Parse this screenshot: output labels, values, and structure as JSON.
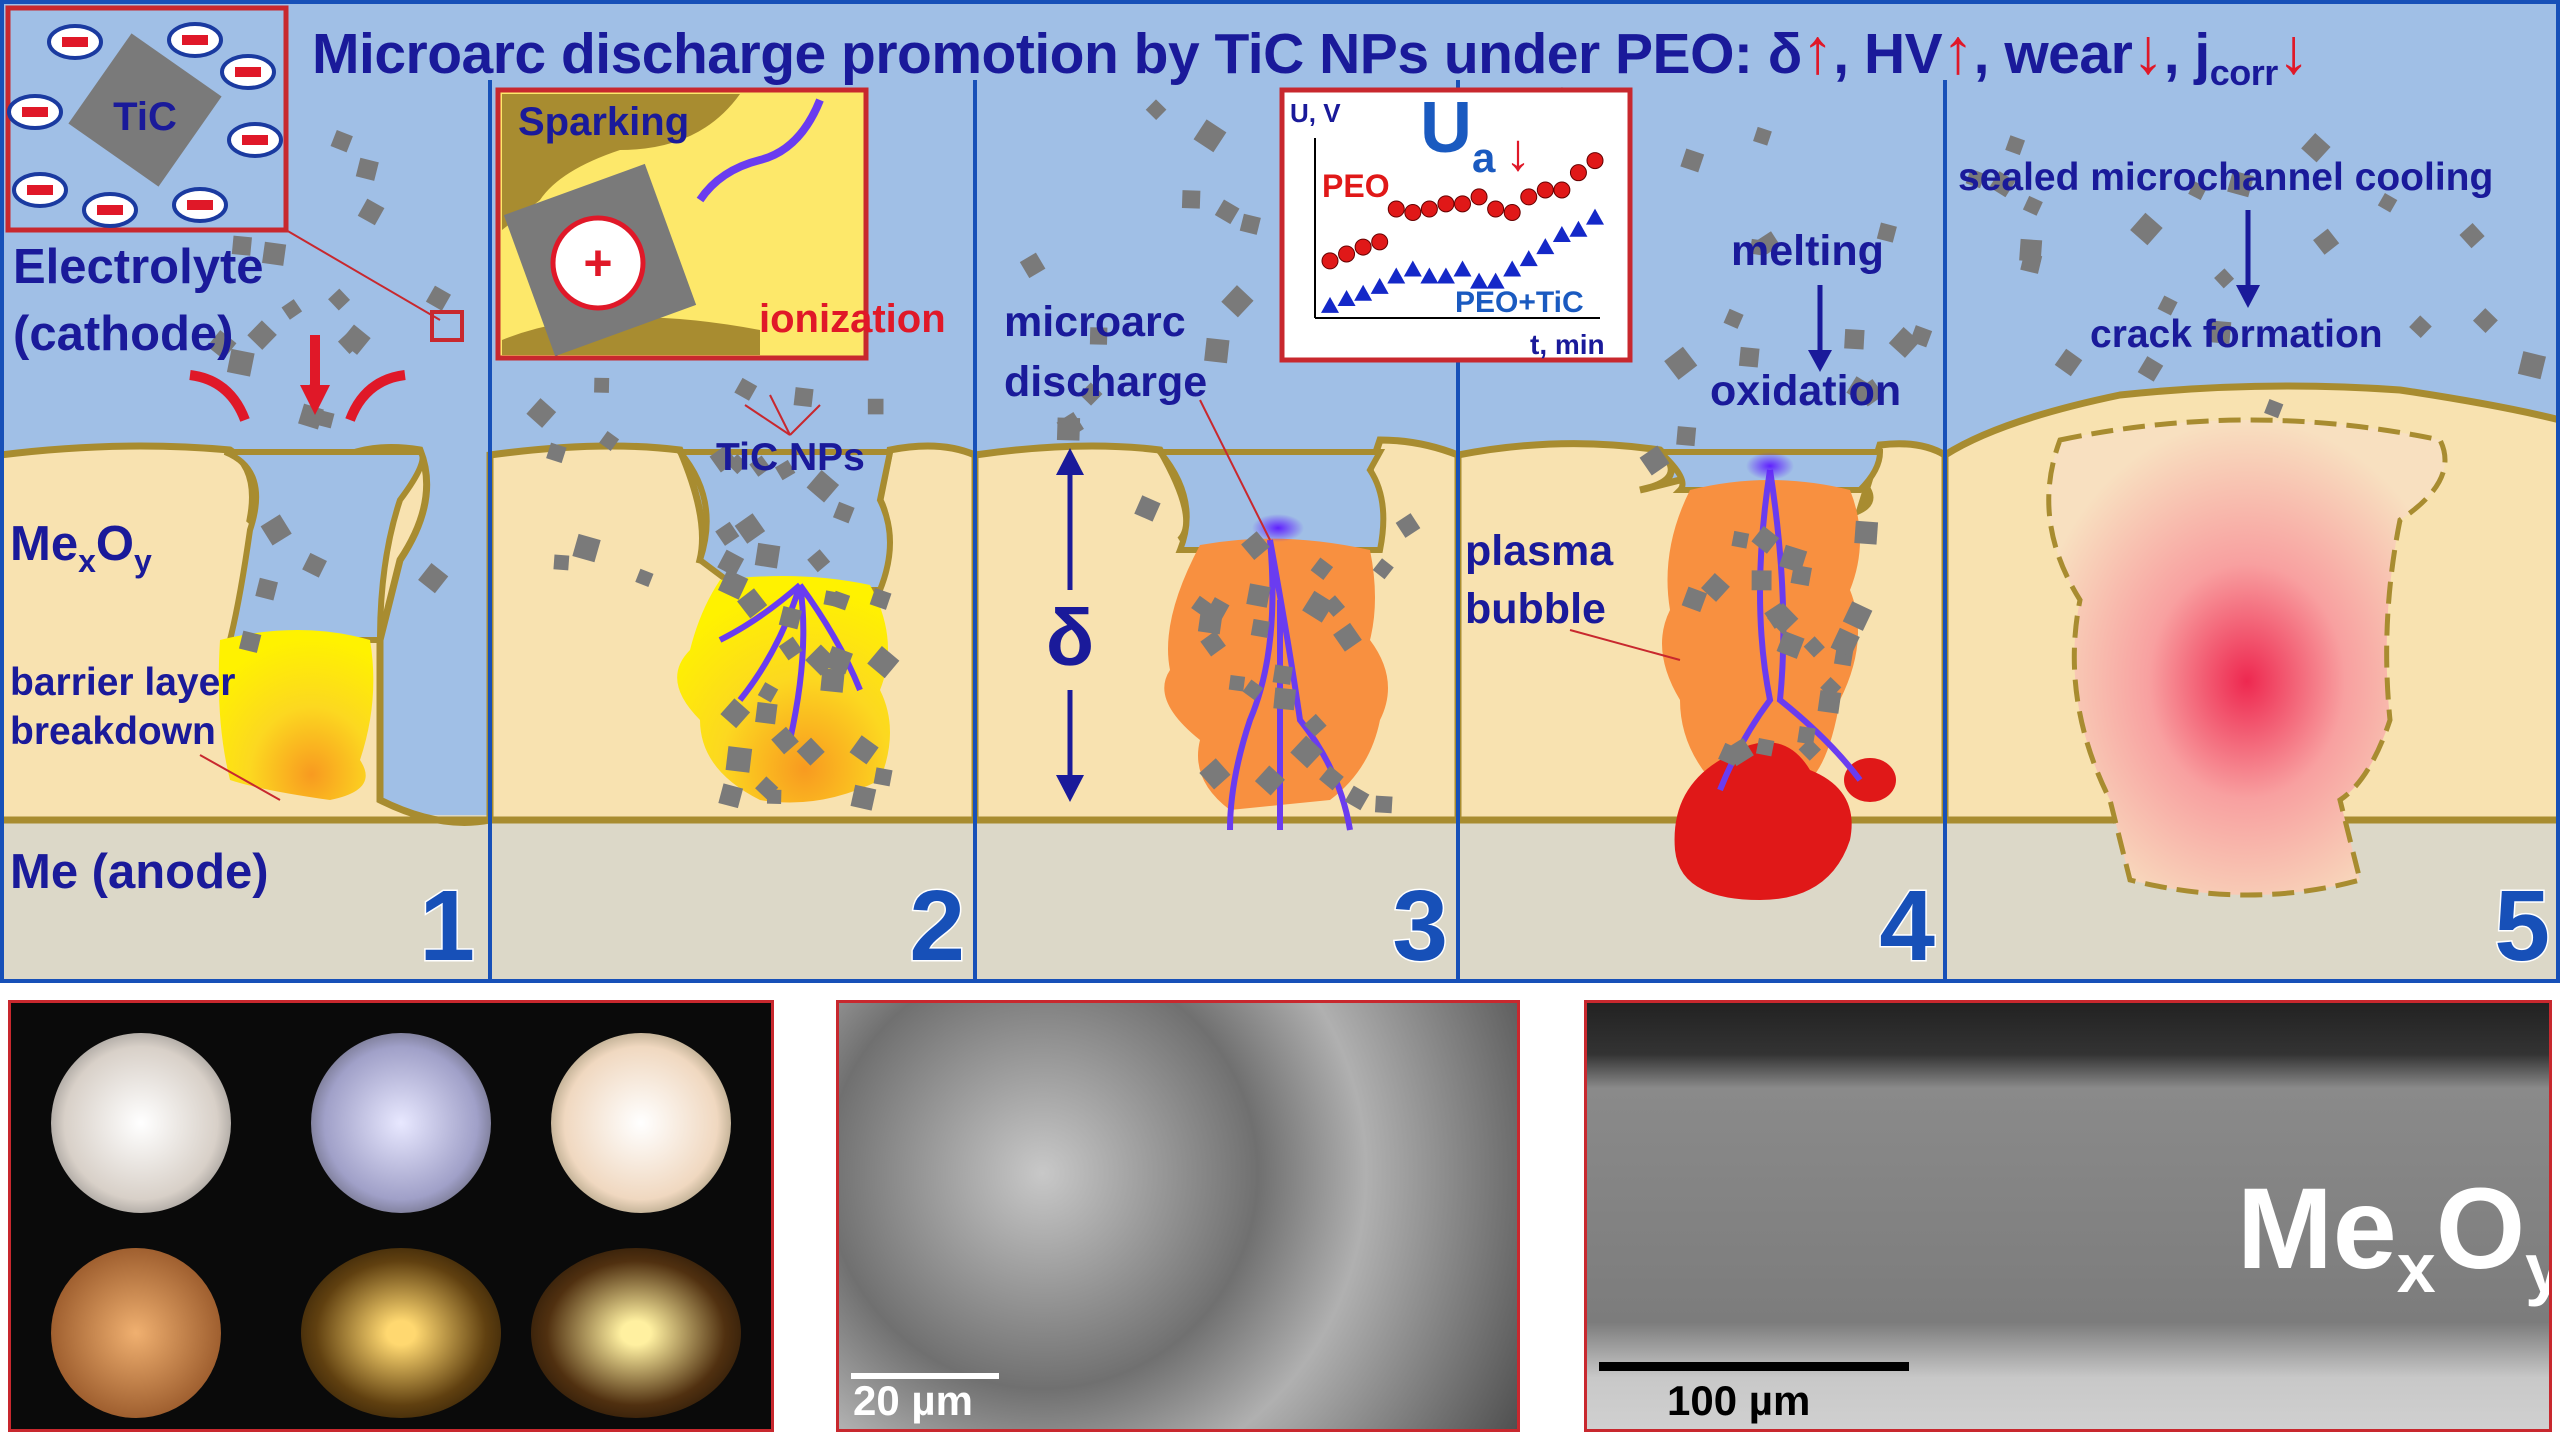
{
  "title": {
    "main": "Microarc discharge promotion by TiC NPs under PEO: δ",
    "arrow_up_1": "↑",
    "hv": ", HV",
    "arrow_up_2": "↑",
    "wear": ", wear",
    "arrow_down_1": "↓",
    "j": ", j",
    "corr": "corr",
    "arrow_down_2": "↓"
  },
  "panel1": {
    "tic_label": "TiC",
    "electrolyte_line1": "Electrolyte",
    "electrolyte_line2": "(cathode)",
    "oxide_me": "Me",
    "oxide_x": "x",
    "oxide_o": "O",
    "oxide_y": "y",
    "barrier_line1": "barrier layer",
    "barrier_line2": "breakdown",
    "anode": "Me (anode)",
    "number": "1"
  },
  "panel2": {
    "sparking": "Sparking",
    "plus": "+",
    "ionization": "ionization",
    "tic_nps": "TiC NPs",
    "number": "2"
  },
  "panel3": {
    "microarc_line1": "microarc",
    "microarc_line2": "discharge",
    "delta": "δ",
    "number": "3"
  },
  "panel4": {
    "melting": "melting",
    "oxidation": "oxidation",
    "plasma_line1": "plasma",
    "plasma_line2": "bubble",
    "number": "4"
  },
  "panel5": {
    "sealed": "sealed microchannel cooling",
    "crack": "crack formation",
    "number": "5"
  },
  "chart_data": {
    "type": "scatter",
    "title": "U",
    "title_sub": "a",
    "title_arrow": "↓",
    "xlabel": "t, min",
    "ylabel": "U, V",
    "x": [
      1,
      2,
      3,
      4,
      5,
      6,
      7,
      8,
      9,
      10,
      11,
      12,
      13,
      14,
      15,
      16,
      17
    ],
    "ylim": [
      0,
      10
    ],
    "series": [
      {
        "name": "PEO",
        "color": "#e01818",
        "marker": "circle",
        "values": [
          3.3,
          3.7,
          4.1,
          4.4,
          6.3,
          6.1,
          6.3,
          6.6,
          6.6,
          7.0,
          6.3,
          6.1,
          7.0,
          7.4,
          7.4,
          8.4,
          9.1
        ]
      },
      {
        "name": "PEO+TiC",
        "color": "#1428c8",
        "marker": "triangle",
        "values": [
          0.7,
          1.1,
          1.4,
          1.8,
          2.4,
          2.8,
          2.4,
          2.4,
          2.8,
          2.1,
          2.1,
          2.8,
          3.4,
          4.1,
          4.8,
          5.1,
          5.8
        ]
      }
    ]
  },
  "bottom": {
    "scale_sem": "20 µm",
    "scale_cross": "100 µm",
    "cross_me": "Me",
    "cross_x": "x",
    "cross_o": "O",
    "cross_y": "y"
  },
  "colors": {
    "electrolyte": "#a0bfe6",
    "oxide": "#f8e2b0",
    "oxide_edge": "#a88c30",
    "substrate": "#dcd8c8",
    "text": "#1a1a9a",
    "accent": "#e01828",
    "panel_border": "#1750b8"
  }
}
